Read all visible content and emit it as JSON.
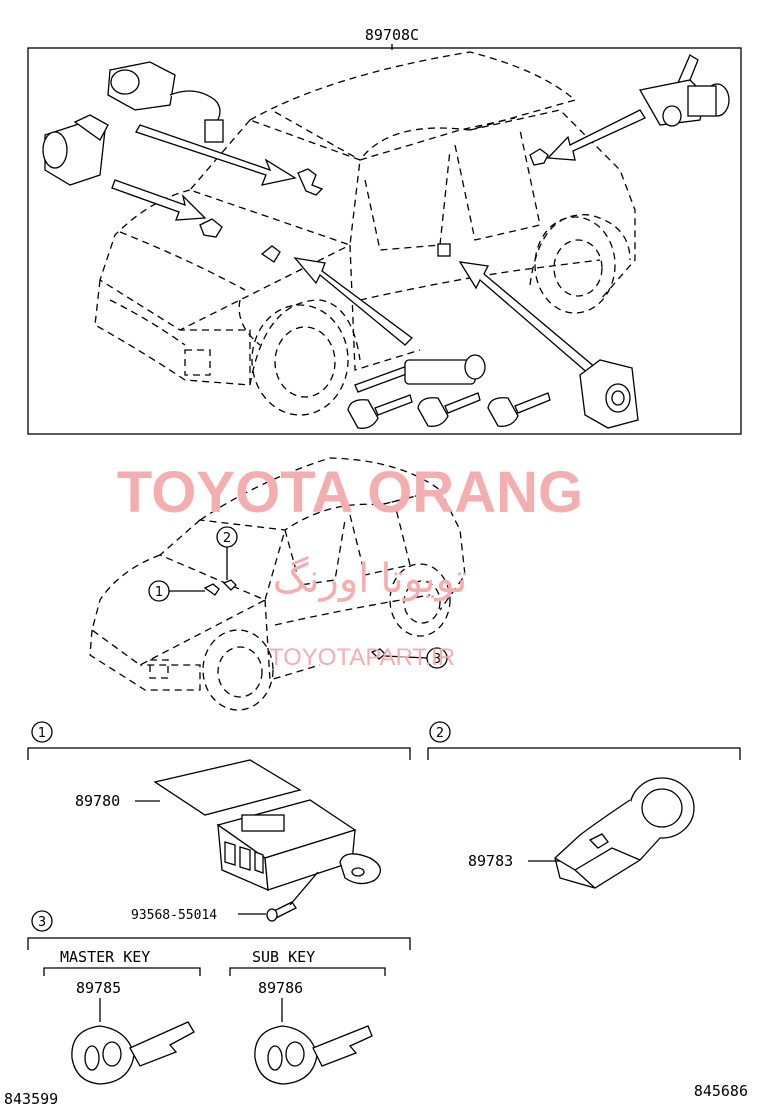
{
  "header": {
    "assembly_code": "89708C"
  },
  "watermark": {
    "brand": "TOYOTA ORANG",
    "persian": "تویوتا اورنگ",
    "site": "TOYOTAPART.IR"
  },
  "callouts": [
    "1",
    "2",
    "3"
  ],
  "groups": {
    "group1": {
      "number": "1",
      "parts": [
        {
          "part_number": "89780"
        },
        {
          "part_number": "93568-55014"
        }
      ]
    },
    "group2": {
      "number": "2",
      "parts": [
        {
          "part_number": "89783"
        }
      ]
    },
    "group3": {
      "number": "3",
      "master_key": {
        "label": "MASTER KEY",
        "part_number": "89785"
      },
      "sub_key": {
        "label": "SUB KEY",
        "part_number": "89786"
      }
    }
  },
  "footer": {
    "left_code": "843599",
    "right_code": "845686"
  }
}
